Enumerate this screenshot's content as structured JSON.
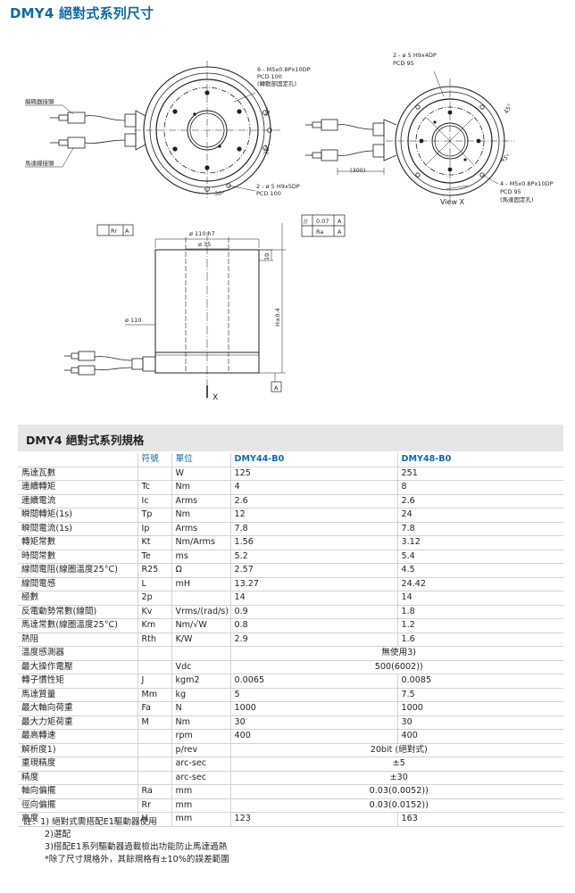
{
  "page_title": "DMY4 絕對式系列尺寸",
  "drawing": {
    "label_encoder_cable": "編碼器接頭",
    "label_motor_cable": "馬達線接頭",
    "note_top_1": "6 - M5x0.8Px10DP",
    "note_top_2": "PCD 100",
    "note_top_3": "(轉動部固定孔)",
    "note_mid_1": "2 - ø 5 H9x5DP",
    "note_mid_2": "PCD 100",
    "angle_30a": "30°",
    "angle_30b": "30°",
    "angle_30c": "30°",
    "note_r_top_1": "2 - ø 5 H9x4DP",
    "note_r_top_2": "PCD 95",
    "note_r_bot_1": "4 - M5x0.8Px10DP",
    "note_r_bot_2": "PCD 95",
    "note_r_bot_3": "(馬達固定孔)",
    "angle_45a": "45°",
    "angle_45b": "45°",
    "cable_len": "(300)",
    "view_x": "View X",
    "dim_od": "ø 110 h7",
    "dim_id": "ø 35",
    "dim_body": "ø 110",
    "dim_10": "10",
    "dim_h": "H±0.4",
    "tol_rr": "Rr",
    "tol_a1": "A",
    "tol_par": "//",
    "tol_007": "0.07",
    "tol_a2": "A",
    "tol_ra": "Ra",
    "tol_a3": "A",
    "datum_a": "A",
    "arrow_x": "X"
  },
  "spec": {
    "heading": "DMY4 絕對式系列規格",
    "col_symbol": "符號",
    "col_unit": "單位",
    "col_m1": "DMY44-B0",
    "col_m2": "DMY48-B0",
    "rows": [
      {
        "name": "馬達瓦數",
        "sym": "",
        "unit": "W",
        "v1": "125",
        "v2": "251"
      },
      {
        "name": "連續轉矩",
        "sym": "Tc",
        "unit": "Nm",
        "v1": "4",
        "v2": "8"
      },
      {
        "name": "連續電流",
        "sym": "Ic",
        "unit": "Arms",
        "v1": "2.6",
        "v2": "2.6"
      },
      {
        "name": "瞬間轉矩(1s)",
        "sym": "Tp",
        "unit": "Nm",
        "v1": "12",
        "v2": "24"
      },
      {
        "name": "瞬間電流(1s)",
        "sym": "Ip",
        "unit": "Arms",
        "v1": "7.8",
        "v2": "7.8"
      },
      {
        "name": "轉矩常數",
        "sym": "Kt",
        "unit": "Nm/Arms",
        "v1": "1.56",
        "v2": "3.12"
      },
      {
        "name": "時間常數",
        "sym": "Te",
        "unit": "ms",
        "v1": "5.2",
        "v2": "5.4"
      },
      {
        "name": "線間電阻(線圈溫度25°C)",
        "sym": "R25",
        "unit": "Ω",
        "v1": "2.57",
        "v2": "4.5"
      },
      {
        "name": "線間電感",
        "sym": "L",
        "unit": "mH",
        "v1": "13.27",
        "v2": "24.42"
      },
      {
        "name": "極數",
        "sym": "2p",
        "unit": "",
        "v1": "14",
        "v2": "14"
      },
      {
        "name": "反電動勢常數(線間)",
        "sym": "Kv",
        "unit": "Vrms/(rad/s)",
        "v1": "0.9",
        "v2": "1.8"
      },
      {
        "name": "馬達常數(線圈溫度25°C)",
        "sym": "Km",
        "unit": "Nm/√W",
        "v1": "0.8",
        "v2": "1.2"
      },
      {
        "name": "熱阻",
        "sym": "Rth",
        "unit": "K/W",
        "v1": "2.9",
        "v2": "1.6"
      },
      {
        "name": "溫度感測器",
        "sym": "",
        "unit": "",
        "span": "無使用3)"
      },
      {
        "name": "最大操作電壓",
        "sym": "",
        "unit": "Vdc",
        "span": "500(6002))"
      },
      {
        "name": "轉子慣性矩",
        "sym": "J",
        "unit": "kgm2",
        "v1": "0.0065",
        "v2": "0.0085"
      },
      {
        "name": "馬達質量",
        "sym": "Mm",
        "unit": "kg",
        "v1": "5",
        "v2": "7.5"
      },
      {
        "name": "最大軸向荷重",
        "sym": "Fa",
        "unit": "N",
        "v1": "1000",
        "v2": "1000"
      },
      {
        "name": "最大力矩荷重",
        "sym": "M",
        "unit": "Nm",
        "v1": "30",
        "v2": "30"
      },
      {
        "name": "最高轉速",
        "sym": "",
        "unit": "rpm",
        "v1": "400",
        "v2": "400"
      },
      {
        "name": "解析度1)",
        "sym": "",
        "unit": "p/rev",
        "span": "20bit (絕對式)"
      },
      {
        "name": "重現精度",
        "sym": "",
        "unit": "arc-sec",
        "span": "±5"
      },
      {
        "name": "精度",
        "sym": "",
        "unit": "arc-sec",
        "span": "±30"
      },
      {
        "name": "軸向偏擺",
        "sym": "Ra",
        "unit": "mm",
        "span": "0.03(0.0052))"
      },
      {
        "name": "徑向偏擺",
        "sym": "Rr",
        "unit": "mm",
        "span": "0.03(0.0152))"
      },
      {
        "name": "高度",
        "sym": "H",
        "unit": "mm",
        "v1": "123",
        "v2": "163"
      }
    ]
  },
  "footnotes": {
    "f1": "註：1) 絕對式需搭配E1驅動器使用",
    "f2": "2)選配",
    "f3": "3)搭配E1系列驅動器過載檢出功能防止馬達過熱",
    "f4": "*除了尺寸規格外，其餘規格有±10%的誤差範圍"
  }
}
